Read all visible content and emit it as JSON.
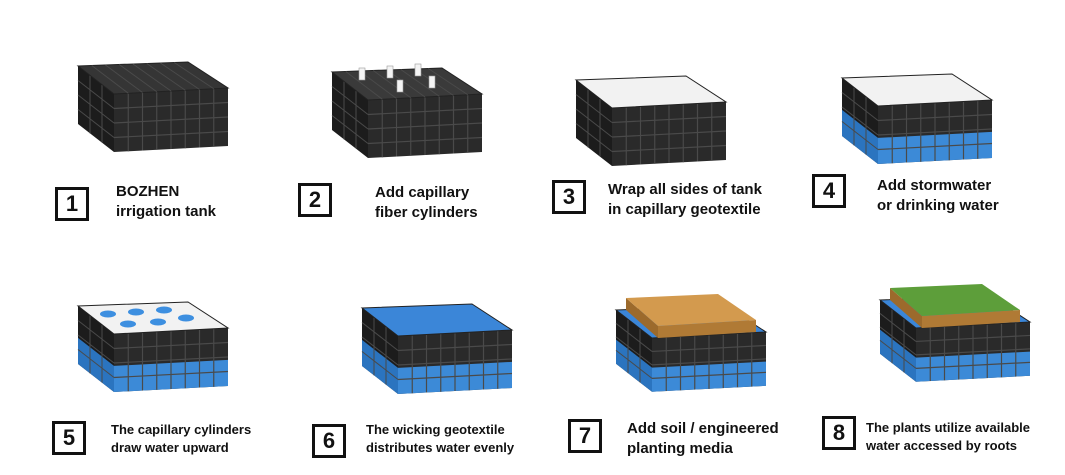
{
  "steps": [
    {
      "number": "1",
      "lines": [
        "BOZHEN",
        "irrigation tank"
      ],
      "top": "plain",
      "water": false,
      "cylinders": false,
      "media": "none"
    },
    {
      "number": "2",
      "lines": [
        "Add capillary",
        "fiber cylinders"
      ],
      "top": "open",
      "water": false,
      "cylinders": true,
      "media": "none"
    },
    {
      "number": "3",
      "lines": [
        "Wrap all sides of tank",
        "in capillary geotextile"
      ],
      "top": "geotextile",
      "water": false,
      "cylinders": false,
      "media": "none"
    },
    {
      "number": "4",
      "lines": [
        "Add stormwater",
        "or drinking water"
      ],
      "top": "geotextile",
      "water": true,
      "cylinders": false,
      "media": "none"
    },
    {
      "number": "5",
      "lines": [
        "The capillary cylinders",
        "draw water upward"
      ],
      "top": "dots",
      "water": true,
      "cylinders": false,
      "media": "none"
    },
    {
      "number": "6",
      "lines": [
        "The wicking geotextile",
        "distributes water evenly"
      ],
      "top": "blue",
      "water": true,
      "cylinders": false,
      "media": "none"
    },
    {
      "number": "7",
      "lines": [
        "Add soil / engineered",
        "planting media"
      ],
      "top": "blue",
      "water": true,
      "cylinders": false,
      "media": "soil"
    },
    {
      "number": "8",
      "lines": [
        "The plants utilize available",
        "water accessed by roots"
      ],
      "top": "blue",
      "water": true,
      "cylinders": false,
      "media": "grass"
    }
  ],
  "colors": {
    "tank_dark": "#2a2a2a",
    "tank_grid": "#4a4a4a",
    "water": "#3d8fe0",
    "geotextile": "#f2f2f2",
    "wick_blue": "#3b86d8",
    "soil": "#d39a4e",
    "grass": "#5d9e3a"
  }
}
